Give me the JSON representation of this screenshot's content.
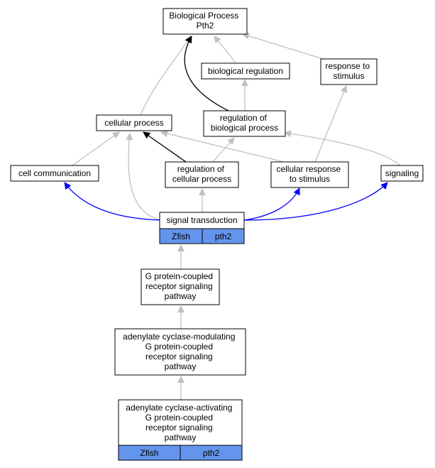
{
  "colors": {
    "is_a": "#c0c0c0",
    "regulates": "#000000",
    "part_of": "#0000ff",
    "annotation_cell": "#6495ed"
  },
  "nodes": {
    "bp": [
      "Biological Process",
      "Pth2"
    ],
    "bioreg": [
      "biological regulation"
    ],
    "resp": [
      "response to",
      "stimulus"
    ],
    "cellproc": [
      "cellular process"
    ],
    "regbio": [
      "regulation of",
      "biological process"
    ],
    "cellcomm": [
      "cell communication"
    ],
    "regcell": [
      "regulation of",
      "cellular process"
    ],
    "cellresp": [
      "cellular response",
      "to stimulus"
    ],
    "signaling": [
      "signaling"
    ],
    "sigtrans": [
      "signal transduction"
    ],
    "gpcr": [
      "G protein-coupled",
      "receptor signaling",
      "pathway"
    ],
    "acmod": [
      "adenylate cyclase-modulating",
      "G protein-coupled",
      "receptor signaling",
      "pathway"
    ],
    "acact": [
      "adenylate cyclase-activating",
      "G protein-coupled",
      "receptor signaling",
      "pathway"
    ]
  },
  "annotations": {
    "sigtrans": [
      "Zfish",
      "pth2"
    ],
    "acact": [
      "Zfish",
      "pth2"
    ]
  }
}
